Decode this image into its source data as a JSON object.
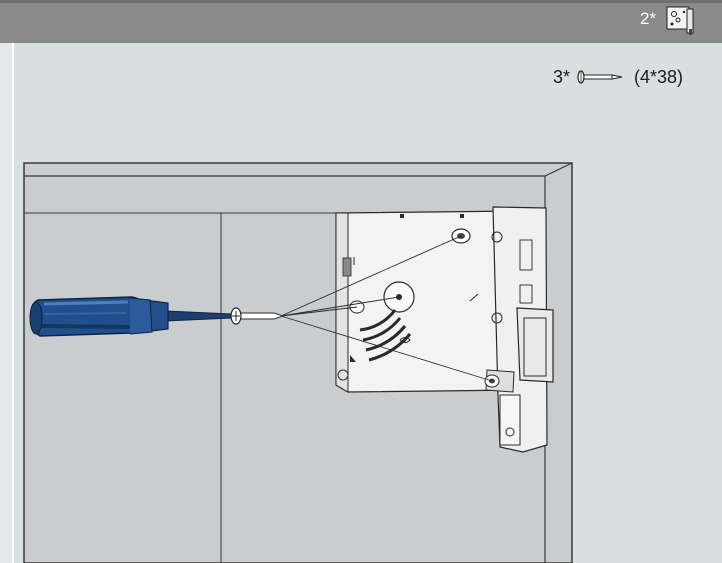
{
  "header": {
    "part_quantity": "2*",
    "part_icon": "lock-mechanism-thumbnail-icon"
  },
  "hardware": {
    "screw_quantity": "3*",
    "screw_icon": "wood-screw-icon",
    "screw_size": "(4*38)"
  },
  "illustration": {
    "tool_icon": "screwdriver-icon",
    "part_icon": "lock-mechanism-icon",
    "screw_icon": "screw-icon",
    "colors": {
      "background": "#d8dfe1",
      "header": "#8a8a8a",
      "cabinet": "#c9cdcf",
      "screwdriver_handle": "#1f4f8c",
      "mechanism": "#f2f2f2"
    }
  }
}
